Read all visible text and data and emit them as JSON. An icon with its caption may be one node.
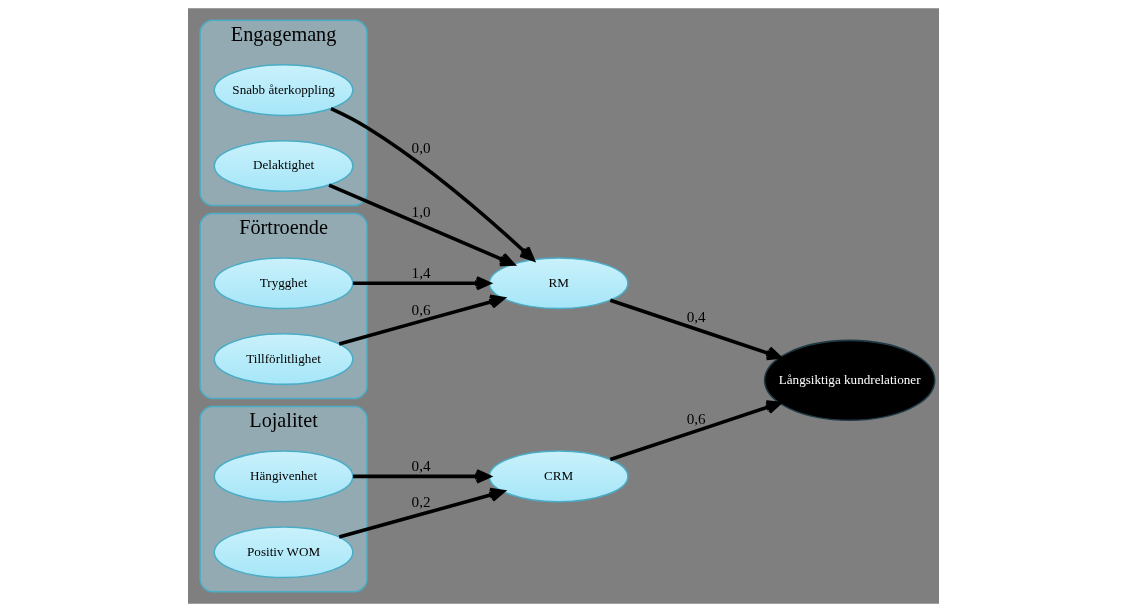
{
  "diagram": {
    "nodes": [
      {
        "text": [
          "Förtroende"
        ]
      },
      {
        "text": [
          "Tillförlitlighet"
        ],
        "in": 0
      },
      {
        "text": [
          "Trygghet"
        ],
        "in": 0
      },
      {
        "text": [
          "Engagemang"
        ]
      },
      {
        "text": [
          "Delaktighet"
        ],
        "in": 3
      },
      {
        "text": [
          "Snabb återkoppling"
        ],
        "in": 3
      },
      {
        "text": [
          "Lojalitet"
        ]
      },
      {
        "text": [
          "Positiv WOM"
        ],
        "in": 6
      },
      {
        "text": [
          "Hängivenhet"
        ],
        "in": 6
      },
      {
        "text": [
          "RM"
        ]
      },
      {
        "text": [
          "CRM"
        ]
      },
      {
        "text": [
          "Långsiktiga kundrelationer"
        ]
      }
    ],
    "edges": [
      {
        "from": 1,
        "to": 9,
        "arrow": "to",
        "label": "0,6"
      },
      {
        "from": 2,
        "to": 9,
        "arrow": "to",
        "label": "1,4"
      },
      {
        "from": 4,
        "to": 9,
        "arrow": "to",
        "label": "1,0"
      },
      {
        "from": 5,
        "to": 9,
        "arrow": "to",
        "label": "0,0"
      },
      {
        "from": 7,
        "to": 10,
        "arrow": "to",
        "label": "0,2"
      },
      {
        "from": 8,
        "to": 10,
        "arrow": "to",
        "label": "0,4"
      },
      {
        "from": 9,
        "to": 11,
        "arrow": "to",
        "label": "0,4"
      },
      {
        "from": 10,
        "to": 11,
        "arrow": "to",
        "label": "0,6"
      }
    ]
  }
}
